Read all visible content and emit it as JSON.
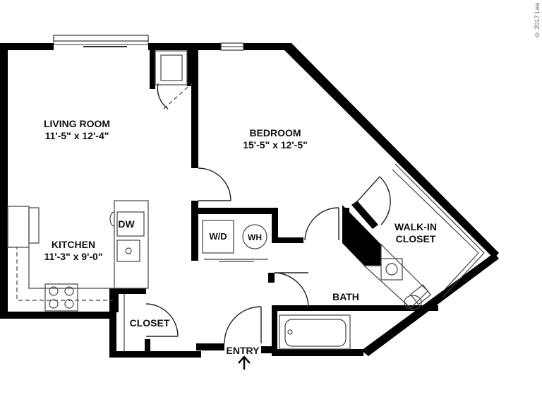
{
  "rooms": {
    "living": {
      "name": "LIVING ROOM",
      "size": "11'-5\" x 12'-4\""
    },
    "bedroom": {
      "name": "BEDROOM",
      "size": "15'-5\" x 12'-5\""
    },
    "kitchen": {
      "name": "KITCHEN",
      "size": "11'-3\" x 9'-0\""
    },
    "walkin": {
      "name_line1": "WALK-IN",
      "name_line2": "CLOSET"
    },
    "bath": {
      "name": "BATH"
    },
    "closet": {
      "name": "CLOSET"
    },
    "entry": {
      "name": "ENTRY"
    }
  },
  "fixtures": {
    "dishwasher": "DW",
    "washer_dryer": "W/D",
    "water_heater": "WH"
  },
  "copyright": "© 2017 Lea"
}
